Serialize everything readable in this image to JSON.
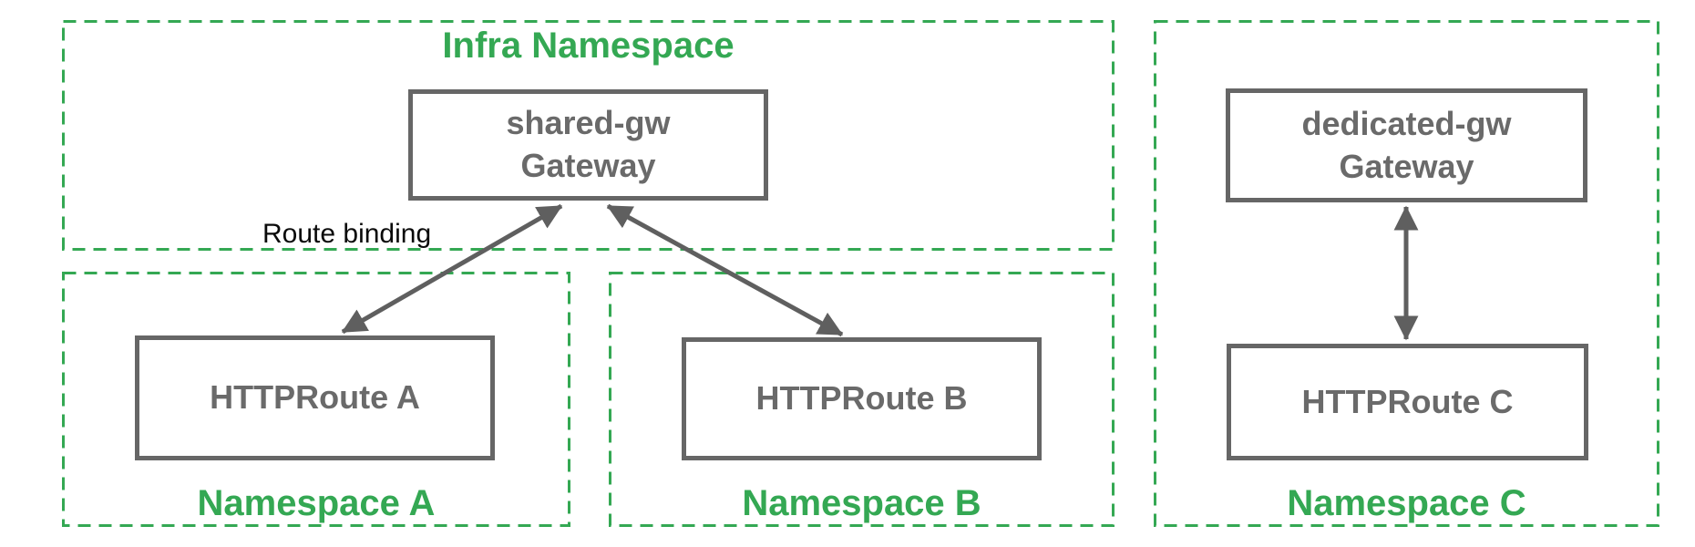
{
  "diagram": {
    "namespaces": [
      {
        "id": "infra",
        "label": "Infra Namespace",
        "label_position": "top"
      },
      {
        "id": "a",
        "label": "Namespace A",
        "label_position": "bottom"
      },
      {
        "id": "b",
        "label": "Namespace B",
        "label_position": "bottom"
      },
      {
        "id": "c",
        "label": "Namespace C",
        "label_position": "bottom"
      }
    ],
    "nodes": [
      {
        "id": "shared-gw",
        "name": "shared-gw",
        "kind": "Gateway",
        "namespace": "Infra Namespace"
      },
      {
        "id": "httproute-a",
        "name": "HTTPRoute A",
        "namespace": "Namespace A"
      },
      {
        "id": "httproute-b",
        "name": "HTTPRoute B",
        "namespace": "Namespace B"
      },
      {
        "id": "dedicated-gw",
        "name": "dedicated-gw",
        "kind": "Gateway",
        "namespace": "Namespace C"
      },
      {
        "id": "httproute-c",
        "name": "HTTPRoute C",
        "namespace": "Namespace C"
      }
    ],
    "edges": [
      {
        "from": "httproute-a",
        "to": "shared-gw",
        "label": "Route binding",
        "bidirectional": true
      },
      {
        "from": "httproute-b",
        "to": "shared-gw",
        "label": "",
        "bidirectional": true
      },
      {
        "from": "httproute-c",
        "to": "dedicated-gw",
        "label": "",
        "bidirectional": true
      }
    ],
    "colors": {
      "namespace_border": "#34A853",
      "namespace_label": "#34A853",
      "node_border": "#666666",
      "node_text": "#6A6A6A",
      "arrow": "#5F5F5F",
      "annotation_text": "#0A0A0A",
      "background": "#FFFFFF"
    }
  }
}
